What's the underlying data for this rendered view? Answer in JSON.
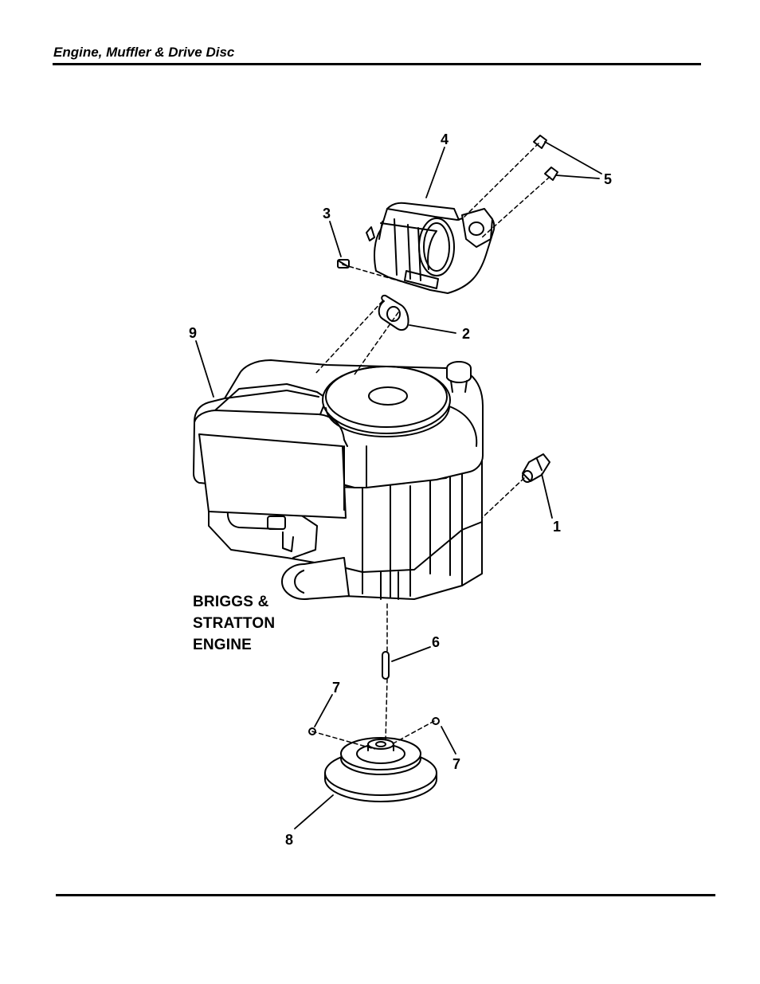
{
  "header": {
    "title": "Engine, Muffler & Drive Disc"
  },
  "engine_label": {
    "line1": "BRIGGS &",
    "line2": "STRATTON",
    "line3": "ENGINE"
  },
  "callouts": {
    "c1": "1",
    "c2": "2",
    "c3": "3",
    "c4": "4",
    "c5": "5",
    "c6": "6",
    "c7a": "7",
    "c7b": "7",
    "c8": "8",
    "c9": "9"
  }
}
